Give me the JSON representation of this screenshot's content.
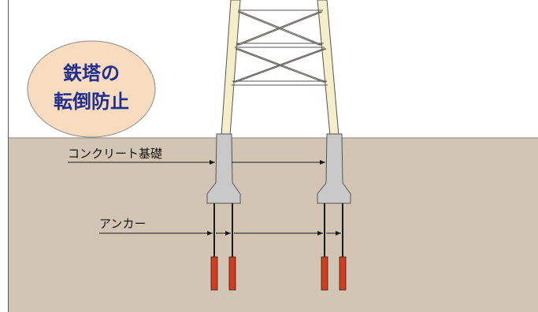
{
  "badge": {
    "line1": "鉄塔の",
    "line2": "転倒防止",
    "color": "#1f2f8f",
    "fill": "#f8dcc0",
    "stroke": "#8a8a8a"
  },
  "labels": {
    "concrete_foundation": "コンクリート基礎",
    "anchor": "アンカー"
  },
  "colors": {
    "sky": "#ffffff",
    "ground": "#d2c5b3",
    "tower": "#f4efc9",
    "concrete": "#c9c9c9",
    "anchor_tip": "#d83a1c",
    "line": "#1a1a1a"
  }
}
